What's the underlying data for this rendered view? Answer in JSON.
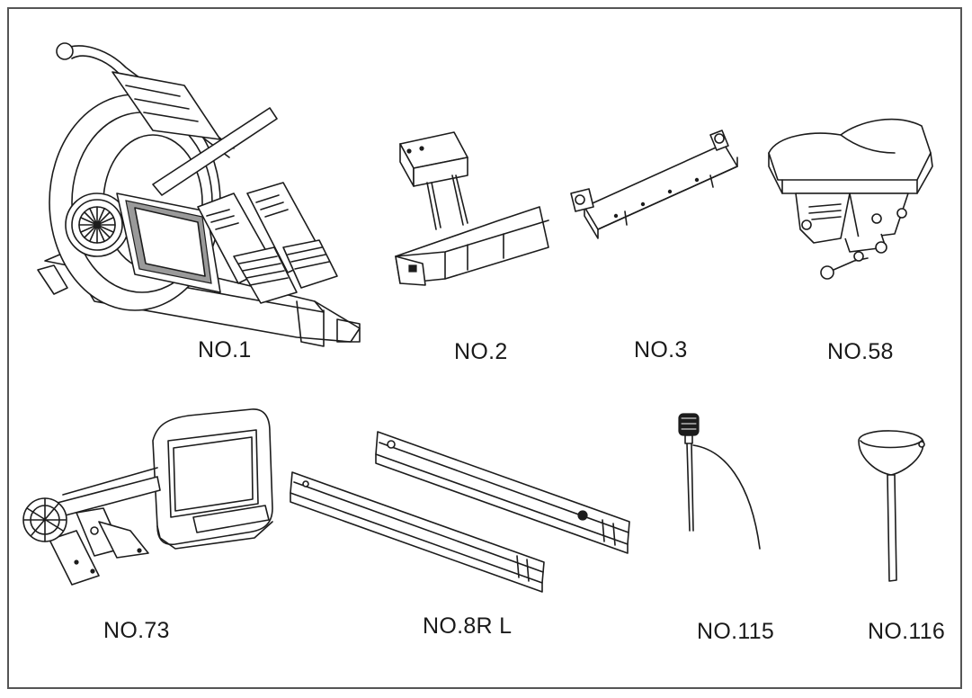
{
  "parts": [
    {
      "id": "no1",
      "label": "NO.1",
      "icon": "rowing-machine-frame-icon"
    },
    {
      "id": "no2",
      "label": "NO.2",
      "icon": "front-stabilizer-icon"
    },
    {
      "id": "no3",
      "label": "NO.3",
      "icon": "rear-stabilizer-icon"
    },
    {
      "id": "no58",
      "label": "NO.58",
      "icon": "seat-icon"
    },
    {
      "id": "no73",
      "label": "NO.73",
      "icon": "console-bracket-icon"
    },
    {
      "id": "no8rl",
      "label": "NO.8R L",
      "icon": "slide-rails-icon"
    },
    {
      "id": "no115",
      "label": "NO.115",
      "icon": "sensor-cable-icon"
    },
    {
      "id": "no116",
      "label": "NO.116",
      "icon": "pop-pin-icon"
    }
  ],
  "colors": {
    "line": "#1c1c1c",
    "frame": "#555555",
    "background": "#ffffff"
  }
}
